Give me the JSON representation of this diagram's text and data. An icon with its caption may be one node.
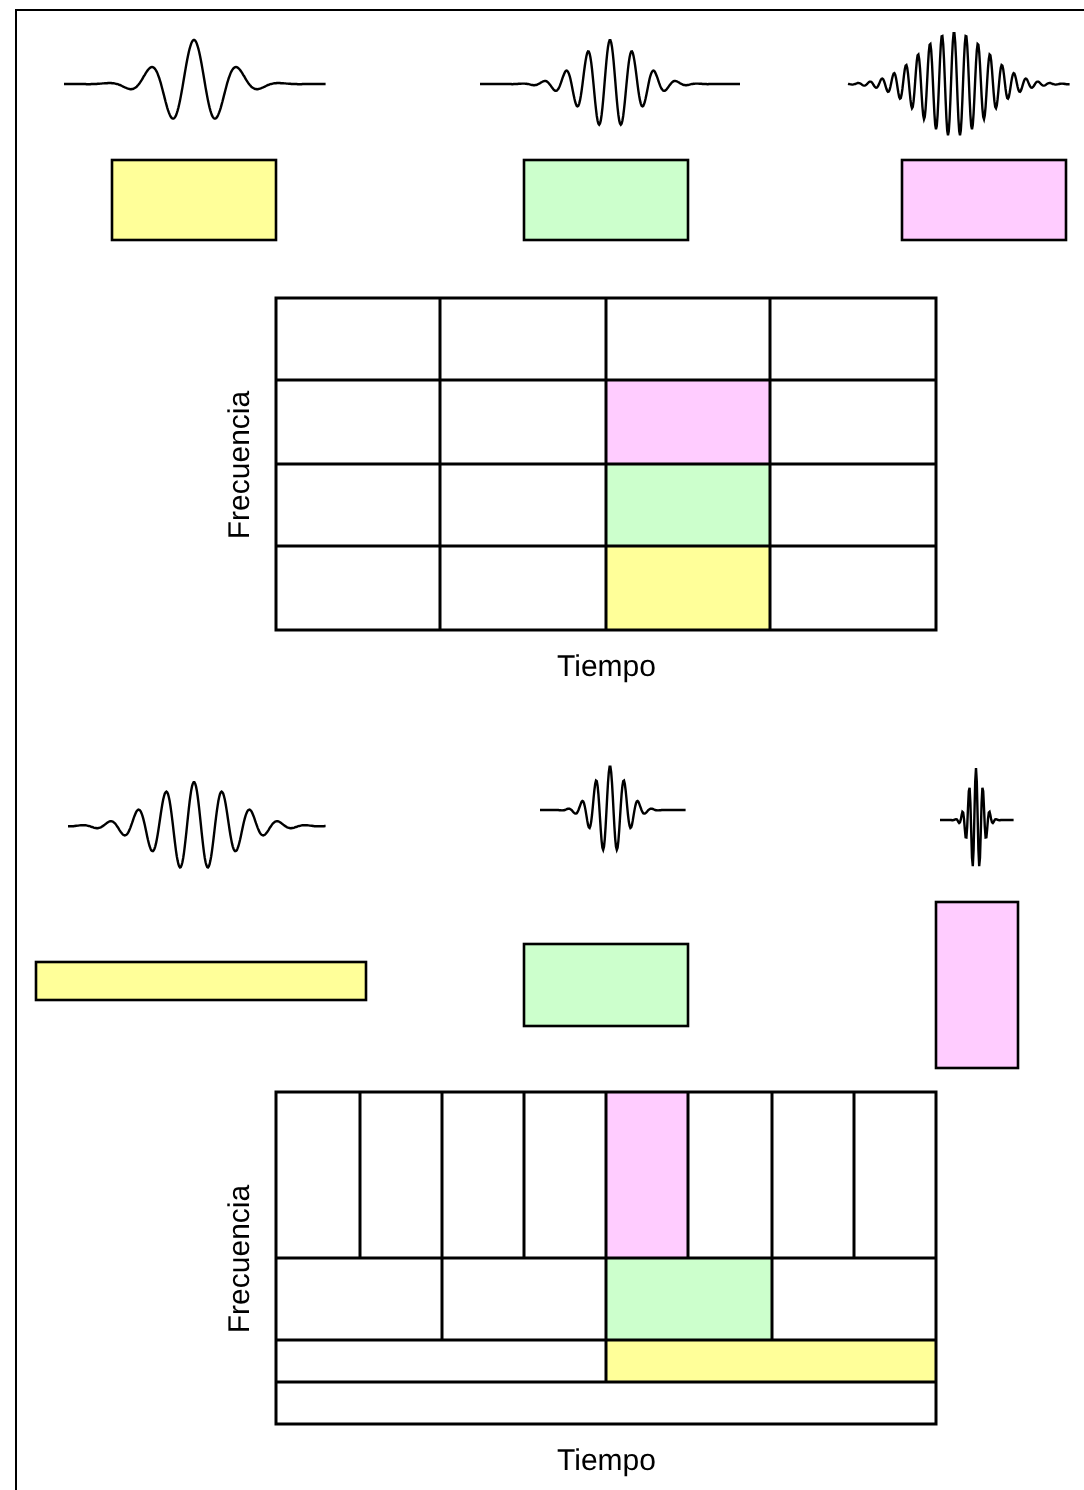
{
  "diagram": {
    "nodes": [
      {
        "text": [],
        "shape": "box"
      },
      {
        "text": [],
        "shape": "box"
      },
      {
        "text": [],
        "shape": "box"
      },
      {
        "text": [],
        "shape": "box"
      },
      {
        "text": [],
        "shape": "box"
      },
      {
        "text": [],
        "shape": "box"
      }
    ],
    "labels": [
      "Frecuencia",
      "Tiempo",
      "Frecuencia",
      "Tiempo"
    ]
  }
}
